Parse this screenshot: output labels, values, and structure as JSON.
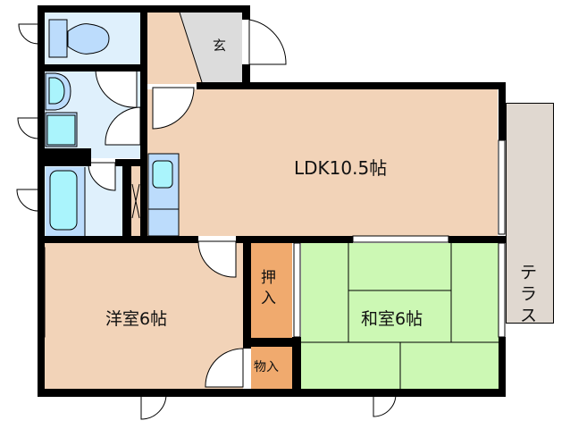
{
  "floorplan": {
    "rooms": {
      "entrance": {
        "label": "玄",
        "color": "#dcdcdc"
      },
      "ldk": {
        "label": "LDK10.5帖",
        "color": "#f2d3b8"
      },
      "western_room": {
        "label": "洋室6帖",
        "color": "#f2d3b8"
      },
      "japanese_room": {
        "label": "和室6帖",
        "color": "#ccf8b4"
      },
      "closet": {
        "label": "押\n入",
        "line1": "押",
        "line2": "入",
        "color": "#f0aa6e"
      },
      "storage": {
        "label": "物入",
        "color": "#f0aa6e"
      },
      "terrace": {
        "label": "テラス",
        "line1": "テ",
        "line2": "ラ",
        "line3": "ス",
        "color": "#e0d8d0"
      },
      "toilet": {
        "color": "#dff0fc"
      },
      "washroom": {
        "color": "#dff0fc"
      },
      "bathroom": {
        "color": "#dff0fc"
      }
    },
    "colors": {
      "wall": "#000000",
      "fixture": "#bcdcfc",
      "fixture_accent": "#aaf4fc"
    }
  }
}
